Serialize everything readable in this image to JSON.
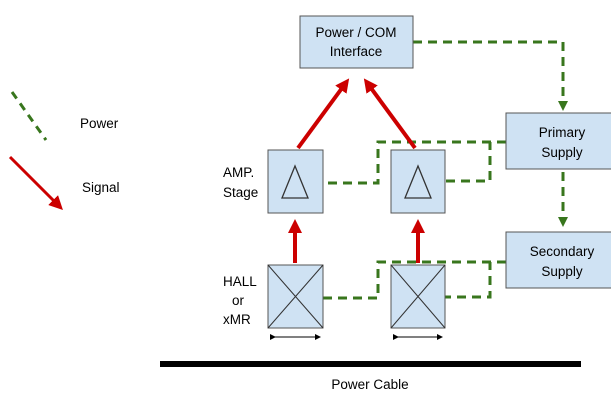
{
  "colors": {
    "box_fill": "#cfe2f3",
    "box_stroke": "#555555",
    "power_line": "#38761d",
    "signal_line": "#cc0000",
    "cable": "#000000"
  },
  "legend": {
    "power_label": "Power",
    "signal_label": "Signal"
  },
  "nodes": {
    "interface_line1": "Power / COM",
    "interface_line2": "Interface",
    "primary_line1": "Primary",
    "primary_line2": "Supply",
    "secondary_line1": "Secondary",
    "secondary_line2": "Supply"
  },
  "row_labels": {
    "amp_line1": "AMP.",
    "amp_line2": "Stage",
    "sensor_line1": "HALL",
    "sensor_line2": "or",
    "sensor_line3": "xMR"
  },
  "cable_label": "Power Cable",
  "icons": {
    "amp_symbol": "triangle-icon",
    "sensor_symbol": "crossed-box-icon",
    "movement_indicator": "double-arrow-icon"
  }
}
